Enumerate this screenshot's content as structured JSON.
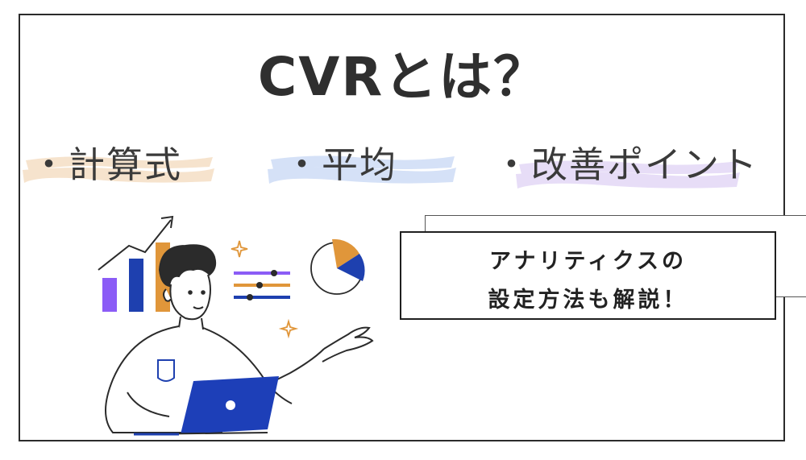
{
  "title": "CVRとは？",
  "topics": [
    {
      "label": "・計算式",
      "color": "#f6e3cd"
    },
    {
      "label": "・平均",
      "color": "#d5e1f7"
    },
    {
      "label": "・改善ポイント",
      "color": "#e7ddf7"
    }
  ],
  "callout": {
    "line1": "アナリティクスの",
    "line2": "設定方法も解説！"
  },
  "illustration": {
    "chart_bar_colors": [
      "#8b5cf6",
      "#1e40af",
      "#e0963a"
    ],
    "pie_colors": [
      "#e0963a",
      "#1e40af"
    ],
    "laptop_color": "#1d3fb8",
    "slider_colors": [
      "#8b5cf6",
      "#e0963a",
      "#1e40af"
    ]
  }
}
